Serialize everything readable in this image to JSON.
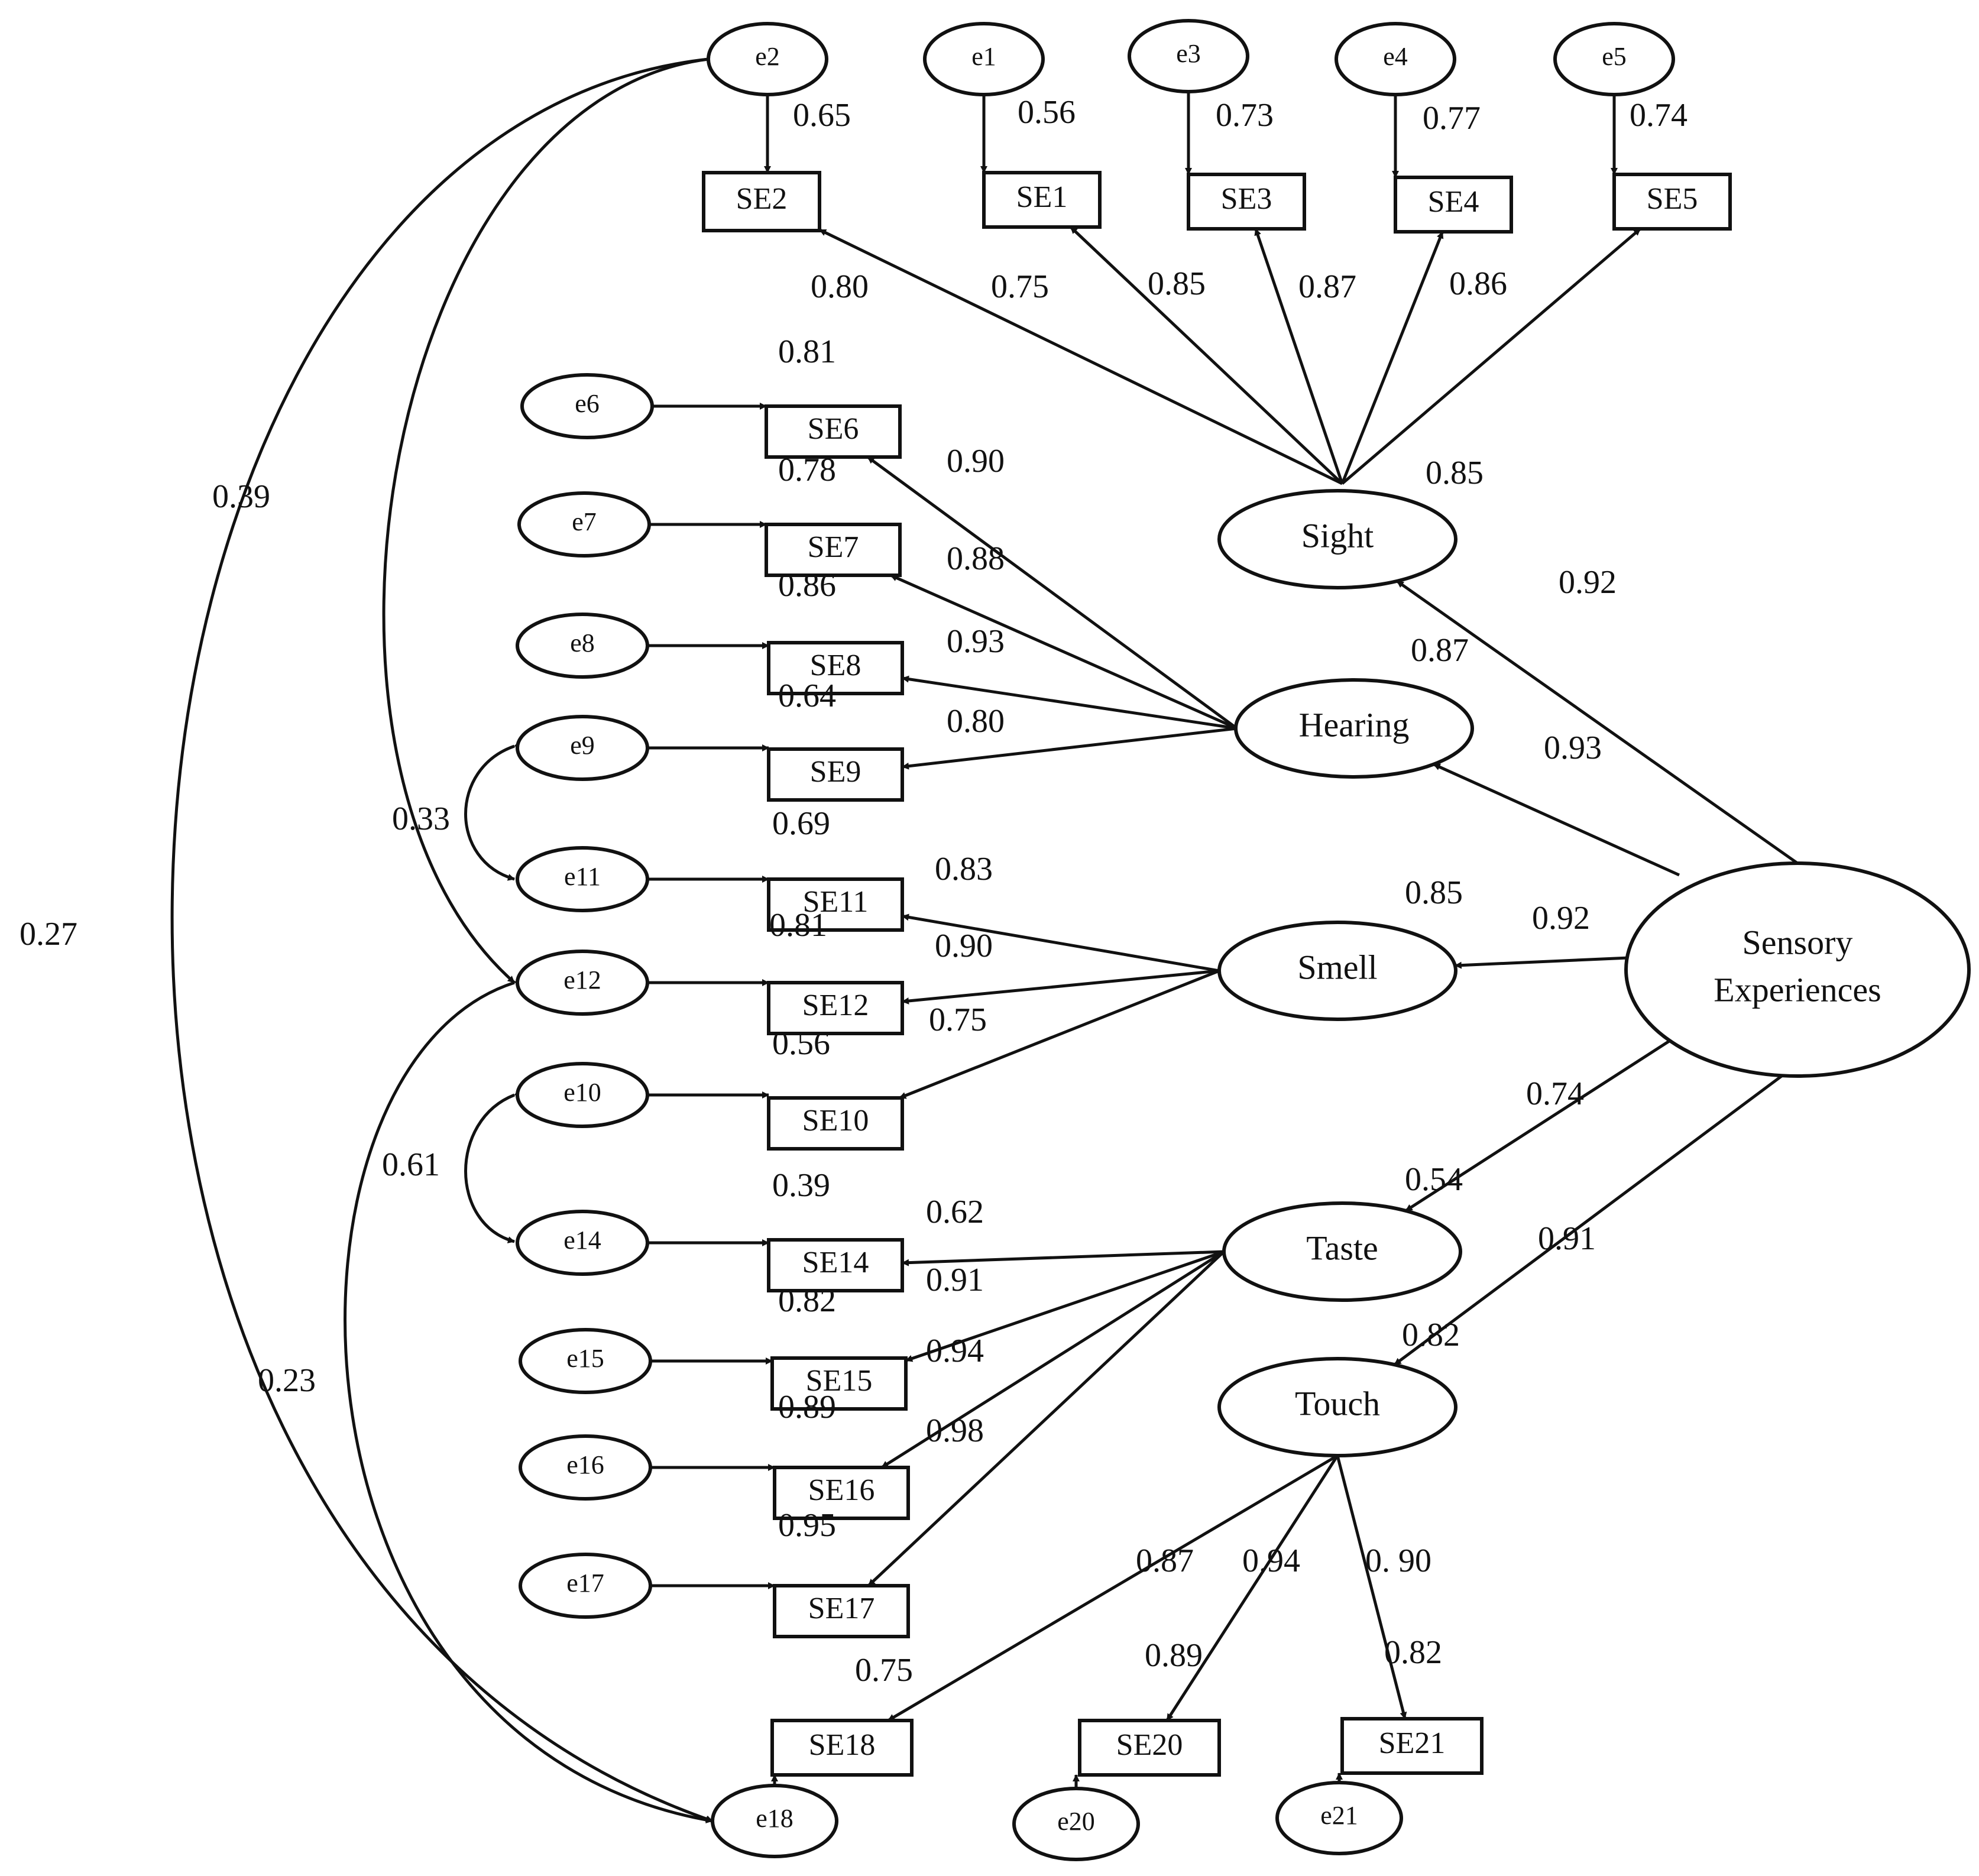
{
  "second_order": {
    "id": "SensoryExperiences",
    "lines": [
      "Sensory",
      "Experiences"
    ]
  },
  "latents": [
    {
      "id": "Sight",
      "label": "Sight",
      "loading": "0.92",
      "r2": "0.85"
    },
    {
      "id": "Hearing",
      "label": "Hearing",
      "loading": "0.93",
      "r2": "0.87"
    },
    {
      "id": "Smell",
      "label": "Smell",
      "loading": "0.92",
      "r2": "0.85"
    },
    {
      "id": "Taste",
      "label": "Taste",
      "loading": "0.74",
      "r2": "0.54"
    },
    {
      "id": "Touch",
      "label": "Touch",
      "loading": "0.91",
      "r2": "0.82"
    }
  ],
  "indicators": [
    {
      "id": "SE2",
      "label": "SE2",
      "error": "e2",
      "factor": "Sight",
      "loading": "0.80",
      "r2": "0.65"
    },
    {
      "id": "SE1",
      "label": "SE1",
      "error": "e1",
      "factor": "Sight",
      "loading": "0.75",
      "r2": "0.56"
    },
    {
      "id": "SE3",
      "label": "SE3",
      "error": "e3",
      "factor": "Sight",
      "loading": "0.85",
      "r2": "0.73"
    },
    {
      "id": "SE4",
      "label": "SE4",
      "error": "e4",
      "factor": "Sight",
      "loading": "0.87",
      "r2": "0.77"
    },
    {
      "id": "SE5",
      "label": "SE5",
      "error": "e5",
      "factor": "Sight",
      "loading": "0.86",
      "r2": "0.74"
    },
    {
      "id": "SE6",
      "label": "SE6",
      "error": "e6",
      "factor": "Hearing",
      "loading": "0.90",
      "r2": "0.81"
    },
    {
      "id": "SE7",
      "label": "SE7",
      "error": "e7",
      "factor": "Hearing",
      "loading": "0.88",
      "r2": "0.78"
    },
    {
      "id": "SE8",
      "label": "SE8",
      "error": "e8",
      "factor": "Hearing",
      "loading": "0.93",
      "r2": "0.86"
    },
    {
      "id": "SE9",
      "label": "SE9",
      "error": "e9",
      "factor": "Hearing",
      "loading": "0.80",
      "r2": "0.64"
    },
    {
      "id": "SE11",
      "label": "SE11",
      "error": "e11",
      "factor": "Smell",
      "loading": "0.83",
      "r2": "0.69"
    },
    {
      "id": "SE12",
      "label": "SE12",
      "error": "e12",
      "factor": "Smell",
      "loading": "0.90",
      "r2": "0.81"
    },
    {
      "id": "SE10",
      "label": "SE10",
      "error": "e10",
      "factor": "Smell",
      "loading": "0.75",
      "r2": "0.56"
    },
    {
      "id": "SE14",
      "label": "SE14",
      "error": "e14",
      "factor": "Taste",
      "loading": "0.62",
      "r2": "0.39"
    },
    {
      "id": "SE15",
      "label": "SE15",
      "error": "e15",
      "factor": "Taste",
      "loading": "0.91",
      "r2": "0.82"
    },
    {
      "id": "SE16",
      "label": "SE16",
      "error": "e16",
      "factor": "Taste",
      "loading": "0.94",
      "r2": "0.89"
    },
    {
      "id": "SE17",
      "label": "SE17",
      "error": "e17",
      "factor": "Taste",
      "loading": "0.98",
      "r2": "0.95"
    },
    {
      "id": "SE18",
      "label": "SE18",
      "error": "e18",
      "factor": "Touch",
      "loading": "0.87",
      "r2": "0.75"
    },
    {
      "id": "SE20",
      "label": "SE20",
      "error": "e20",
      "factor": "Touch",
      "loading": "0.94",
      "r2": "0.89"
    },
    {
      "id": "SE21",
      "label": "SE21",
      "error": "e21",
      "factor": "Touch",
      "loading": "0.90",
      "r2": "0.82"
    }
  ],
  "covariances": [
    {
      "a": "e9",
      "b": "e11",
      "value": "0.33"
    },
    {
      "a": "e10",
      "b": "e14",
      "value": "0.61"
    },
    {
      "a": "e2",
      "b": "e12",
      "value": "0.39"
    },
    {
      "a": "e2",
      "b": "e18",
      "value": "0.27"
    },
    {
      "a": "e12",
      "b": "e18",
      "value": "0.23"
    }
  ],
  "touch_se21_loading_display": "0. 90"
}
